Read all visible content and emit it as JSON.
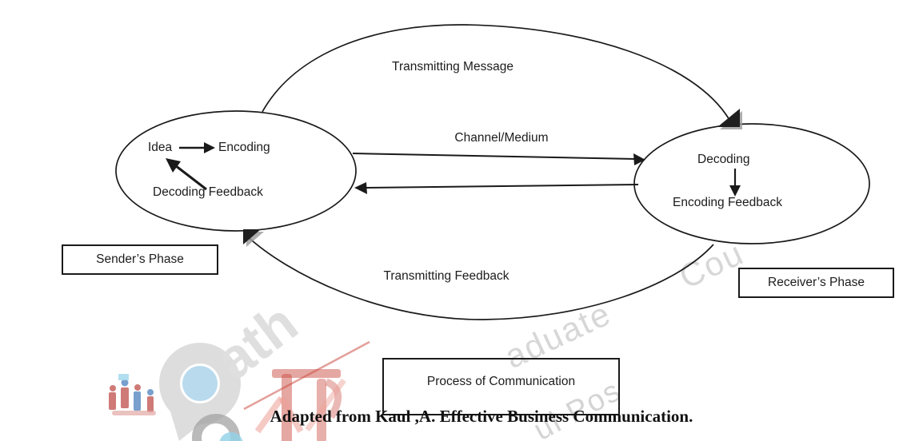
{
  "figure": {
    "cycle": {
      "top_arc_label": "Transmitting Message",
      "middle_label": "Channel/Medium",
      "bottom_arc_label": "Transmitting Feedback"
    },
    "sender_ellipse": {
      "idea_label": "Idea",
      "encoding_label": "Encoding",
      "decoding_feedback_label": "Decoding Feedback"
    },
    "receiver_ellipse": {
      "decoding_label": "Decoding",
      "encoding_feedback_label": "Encoding Feedback"
    },
    "sender_phase_box": "Sender’s Phase",
    "receiver_phase_box": "Receiver’s Phase",
    "title_box": "Process of Communication",
    "caption": "Adapted from Kaul ,A. Effective Business Communication."
  },
  "watermark": {
    "brand_fragment": "ath",
    "slogan_fragment_1": "ul Pos",
    "slogan_fragment_2": "aduate",
    "slogan_fragment_3": "Cou",
    "colors": {
      "gray": "#dedede",
      "slogan_gray": "#ababab",
      "blue": "#b5d9eb",
      "red": "#c9463c",
      "pink": "#eb9a90"
    }
  }
}
